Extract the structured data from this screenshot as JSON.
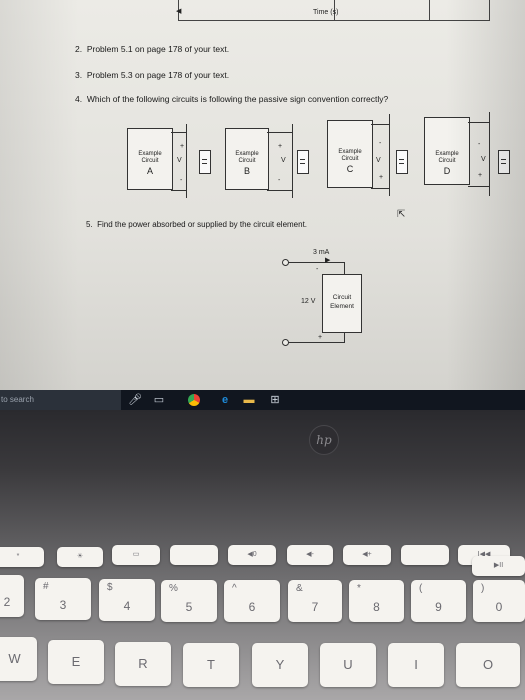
{
  "graph": {
    "xlabel": "Time (s)"
  },
  "questions": [
    {
      "number": "2.",
      "text": "Problem 5.1 on page 178 of your text."
    },
    {
      "number": "3.",
      "text": "Problem 5.3 on page 178 of your text."
    },
    {
      "number": "4.",
      "text": "Which of the following circuits is following the passive sign convention correctly?"
    },
    {
      "number": "5.",
      "text": "Find the power absorbed or supplied by the circuit element."
    }
  ],
  "circuits": [
    {
      "line1": "Example",
      "line2": "Circuit",
      "letter": "A",
      "v": "V",
      "top_sign": "+",
      "bottom_sign": "-"
    },
    {
      "line1": "Example",
      "line2": "Circuit",
      "letter": "B",
      "v": "V",
      "top_sign": "+",
      "bottom_sign": "-"
    },
    {
      "line1": "Example",
      "line2": "Circuit",
      "letter": "C",
      "v": "V",
      "top_sign": "-",
      "bottom_sign": "+"
    },
    {
      "line1": "Example",
      "line2": "Circuit",
      "letter": "D",
      "v": "V",
      "top_sign": "-",
      "bottom_sign": "+"
    }
  ],
  "element": {
    "current": "3 mA",
    "voltage": "12 V",
    "label_line1": "Circuit",
    "label_line2": "Element",
    "top_sign": "-",
    "bottom_sign": "+"
  },
  "taskbar": {
    "search_text": "to search",
    "icons": [
      "microphone-icon",
      "task-view-icon",
      "chrome-icon",
      "edge-icon",
      "file-explorer-icon",
      "store-icon"
    ]
  },
  "laptop": {
    "brand": "hp"
  },
  "keyboard": {
    "fn_row": [
      "*",
      "☀",
      "▭",
      "",
      "◀0",
      "◀-",
      "◀+",
      "",
      "I◀◀",
      "▶II"
    ],
    "num_row": [
      {
        "shift": "",
        "main": "2"
      },
      {
        "shift": "#",
        "main": "3"
      },
      {
        "shift": "$",
        "main": "4"
      },
      {
        "shift": "%",
        "main": "5"
      },
      {
        "shift": "^",
        "main": "6"
      },
      {
        "shift": "&",
        "main": "7"
      },
      {
        "shift": "*",
        "main": "8"
      },
      {
        "shift": "(",
        "main": "9"
      },
      {
        "shift": ")",
        "main": "0"
      }
    ],
    "letter_row": [
      "W",
      "E",
      "R",
      "T",
      "Y",
      "U",
      "I",
      "O"
    ]
  },
  "colors": {
    "screen_bg": "#ecebe6",
    "taskbar": "#11161f",
    "chrome_accent": "#ea4335",
    "edge_accent": "#1e8ad8",
    "key": "#f5f3ef"
  }
}
